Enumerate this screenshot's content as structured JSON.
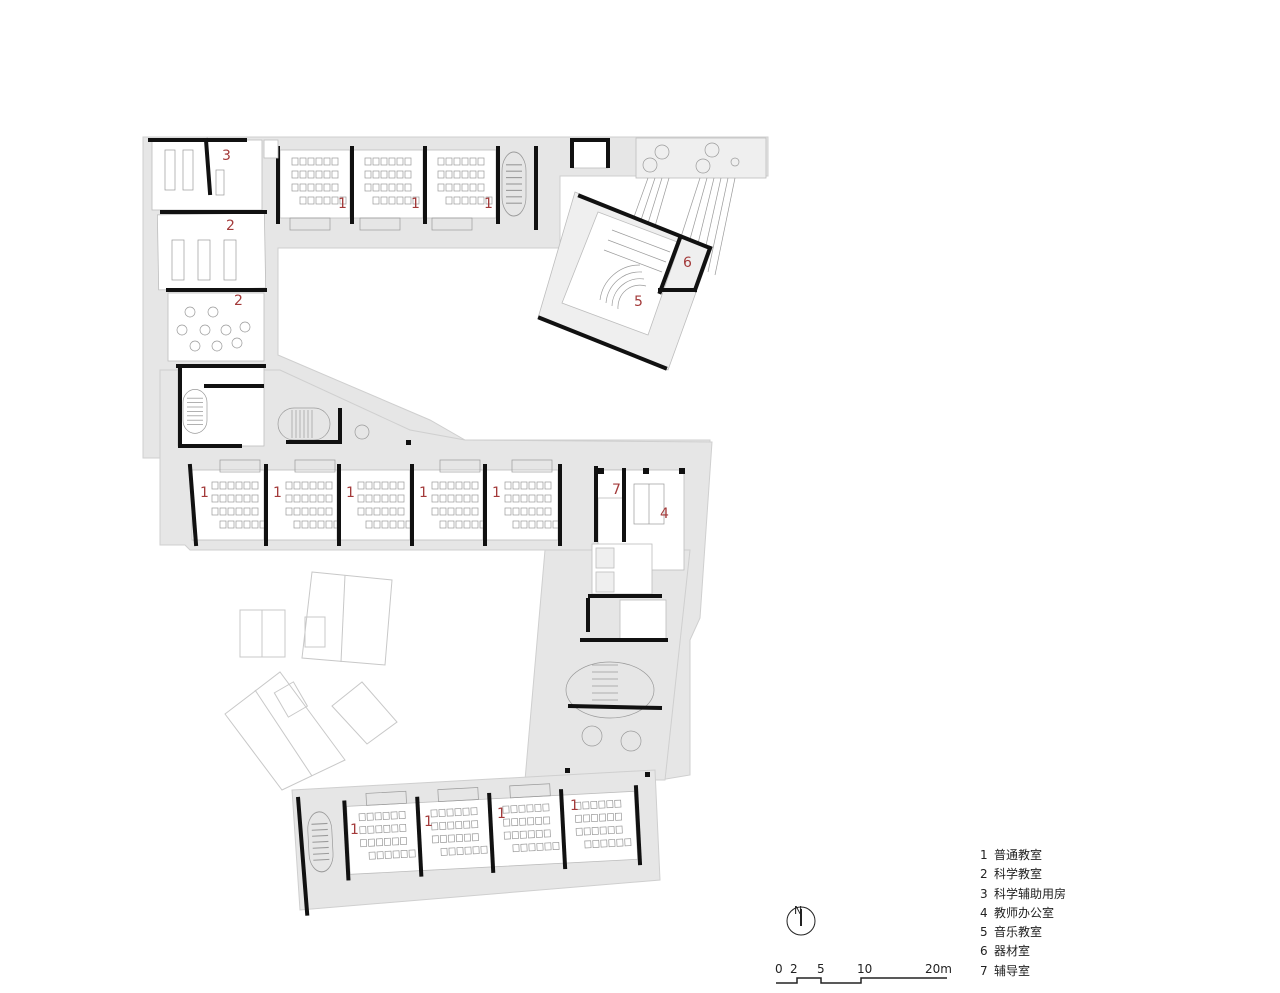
{
  "drawing": {
    "type": "floor plan",
    "subject": "school building floor plan"
  },
  "room_labels": {
    "classroom_marker": "1",
    "science_marker": "2",
    "science_aux_marker": "3",
    "teacher_office_marker": "4",
    "music_marker": "5",
    "equipment_marker": "6",
    "tutoring_marker": "7"
  },
  "legend": {
    "items": [
      {
        "num": "1",
        "label": "普通教室"
      },
      {
        "num": "2",
        "label": "科学教室"
      },
      {
        "num": "3",
        "label": "科学辅助用房"
      },
      {
        "num": "4",
        "label": "教师办公室"
      },
      {
        "num": "5",
        "label": "音乐教室"
      },
      {
        "num": "6",
        "label": "器材室"
      },
      {
        "num": "7",
        "label": "辅导室"
      }
    ]
  },
  "north_arrow": {
    "label": "N"
  },
  "scale_bar": {
    "ticks": [
      "0",
      "2",
      "5",
      "10",
      "20m"
    ]
  },
  "colors": {
    "room_number": "#a33a3a",
    "wall": "#111111",
    "corridor": "#e6e6e6"
  }
}
